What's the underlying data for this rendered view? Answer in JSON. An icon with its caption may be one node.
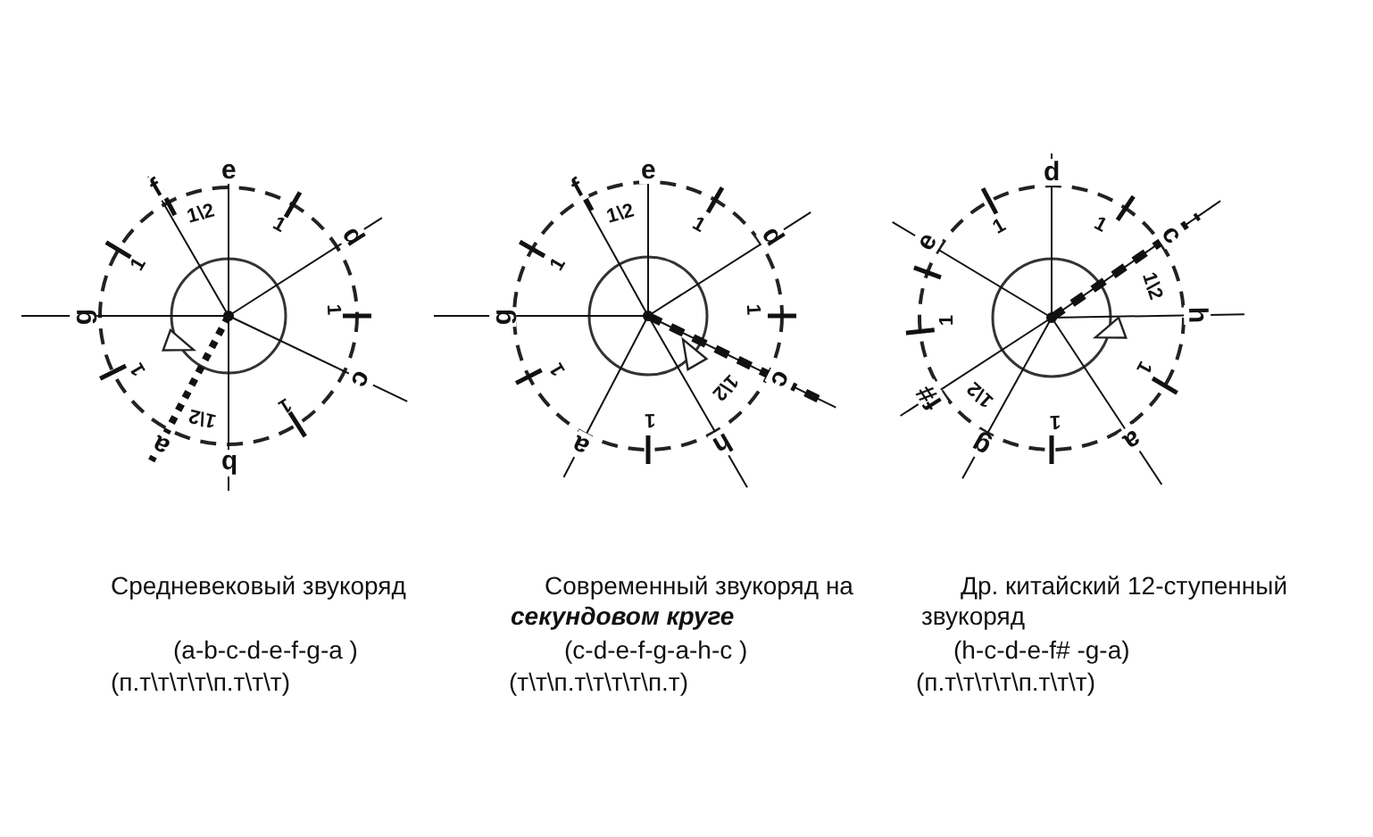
{
  "diagram": {
    "labels": [
      "e",
      "f",
      "d",
      "g",
      "c",
      "a",
      "b",
      "1\\2",
      "1",
      "1",
      "1",
      "1\\2",
      "1",
      "1",
      "e",
      "f",
      "d",
      "g",
      "c",
      "a",
      "h",
      "1\\2",
      "1",
      "1",
      "1\\2",
      "1",
      "1",
      "1",
      "d",
      "e",
      "c",
      "h",
      "f#",
      "g",
      "a",
      "1",
      "1",
      "1\\2",
      "1",
      "1",
      "1\\2",
      "1",
      "Средневековый звукоряд",
      "Современный звукоряд на **секундовом круге**",
      "Др. китайский 12-ступенный звукоряд",
      "(a-b-c-d-e-f-g-a )",
      "(c-d-e-f-g-a-h-c )",
      "(h-c-d-e-f# -g-a)",
      "(п.т\\т\\т\\т\\п.т\\т\\т)",
      "(т\\т\\п.т\\т\\т\\т\\п.т)",
      "(п.т\\т\\т\\т\\п.т\\т\\т)"
    ]
  }
}
